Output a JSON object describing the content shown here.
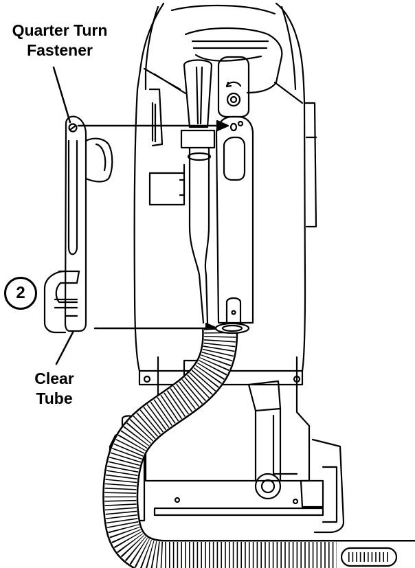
{
  "callouts": {
    "quarter_turn_fastener": [
      "Quarter Turn",
      "Fastener"
    ],
    "clear_tube": [
      "Clear",
      "Tube"
    ]
  },
  "step_number": "2",
  "colors": {
    "line": "#000000",
    "fill": "#ffffff"
  }
}
